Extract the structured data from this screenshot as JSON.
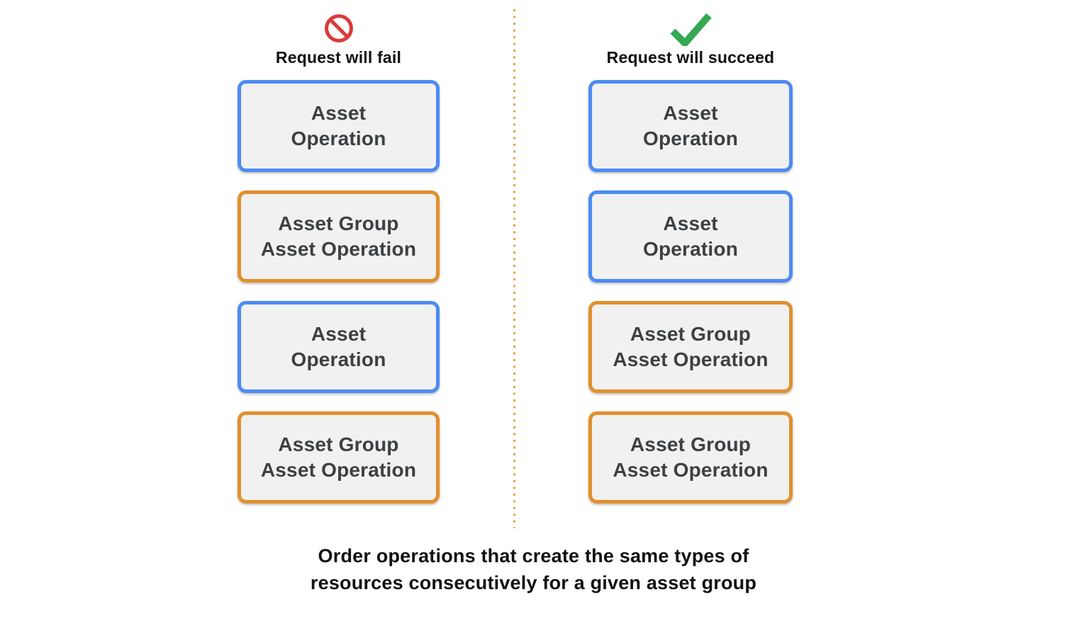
{
  "page": {
    "background": "#FFFFFF",
    "caption": "Order operations that create the same types of\nresources consecutively for a given asset group"
  },
  "colors": {
    "blue_border": "#4C8BF4",
    "orange_border": "#E2902C",
    "box_fill": "#F1F1F1",
    "box_text": "#3C4043",
    "fail_red": "#DB3A3A",
    "success_green": "#34A853",
    "divider_orange": "#E8A33D",
    "heading_text": "#111111"
  },
  "fail_column": {
    "icon": "prohibited-icon",
    "title": "Request will fail",
    "boxes": [
      {
        "label": "Asset\nOperation",
        "type": "asset-operation"
      },
      {
        "label": "Asset Group\nAsset Operation",
        "type": "asset-group-asset-operation"
      },
      {
        "label": "Asset\nOperation",
        "type": "asset-operation"
      },
      {
        "label": "Asset Group\nAsset Operation",
        "type": "asset-group-asset-operation"
      }
    ]
  },
  "succeed_column": {
    "icon": "checkmark-icon",
    "title": "Request will succeed",
    "boxes": [
      {
        "label": "Asset\nOperation",
        "type": "asset-operation"
      },
      {
        "label": "Asset\nOperation",
        "type": "asset-operation"
      },
      {
        "label": "Asset Group\nAsset Operation",
        "type": "asset-group-asset-operation"
      },
      {
        "label": "Asset Group\nAsset Operation",
        "type": "asset-group-asset-operation"
      }
    ]
  }
}
